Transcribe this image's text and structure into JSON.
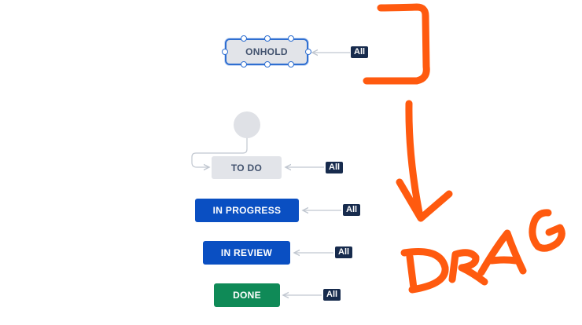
{
  "statuses": {
    "onhold": "ONHOLD",
    "todo": "TO DO",
    "in_progress": "IN PROGRESS",
    "in_review": "IN REVIEW",
    "done": "DONE"
  },
  "transitions": {
    "all_label": "All"
  },
  "annotation": {
    "text": "DRAG",
    "color": "#ff5a0f"
  },
  "colors": {
    "blue_status": "#0a4fc2",
    "green_status": "#0f8a57",
    "grey_status": "#e2e4e9",
    "badge": "#172b4d",
    "selection": "#2f6fd1"
  }
}
